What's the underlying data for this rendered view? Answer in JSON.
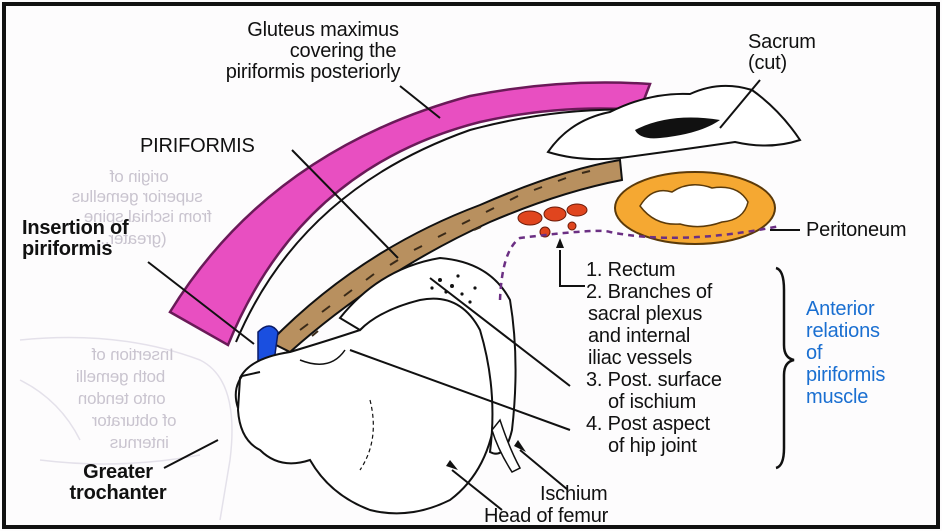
{
  "labels": {
    "gluteus_1": "Gluteus maximus",
    "gluteus_2": "covering the",
    "gluteus_3": "piriformis posteriorly",
    "sacrum_1": "Sacrum",
    "sacrum_2": "(cut)",
    "piriformis": "PIRIFORMIS",
    "insertion_1": "Insertion of",
    "insertion_2": "piriformis",
    "peritoneum": "Peritoneum",
    "rel_1": "1. Rectum",
    "rel_2a": "2. Branches of",
    "rel_2b": "sacral plexus",
    "rel_2c": "and internal",
    "rel_2d": "iliac vessels",
    "rel_3a": "3. Post. surface",
    "rel_3b": "of ischium",
    "rel_4a": "4. Post aspect",
    "rel_4b": "of hip joint",
    "anterior_1": "Anterior",
    "anterior_2": "relations",
    "anterior_3": "of",
    "anterior_4": "piriformis",
    "anterior_5": "muscle",
    "greater_1": "Greater",
    "greater_2": "trochanter",
    "ischium": "Ischium",
    "head_femur": "Head of femur"
  },
  "ghost_text": {
    "g1": "origin of",
    "g2": "superior gemellus",
    "g3": "from ischial spine",
    "g4": "(greater...",
    "g5": "Insertion of",
    "g6": "both gemelli",
    "g7": "onto tendon",
    "g8": "of obturator",
    "g9": "internus"
  },
  "colors": {
    "gluteus": "#e84fc1",
    "piriformis_fill": "#b8905f",
    "insertion": "#1a4fe0",
    "rectum": "#f5a832",
    "vessels": "#e0451e",
    "peritoneum_line": "#6b2f83",
    "accent_blue": "#1a6fd1",
    "frame": "#111111"
  }
}
